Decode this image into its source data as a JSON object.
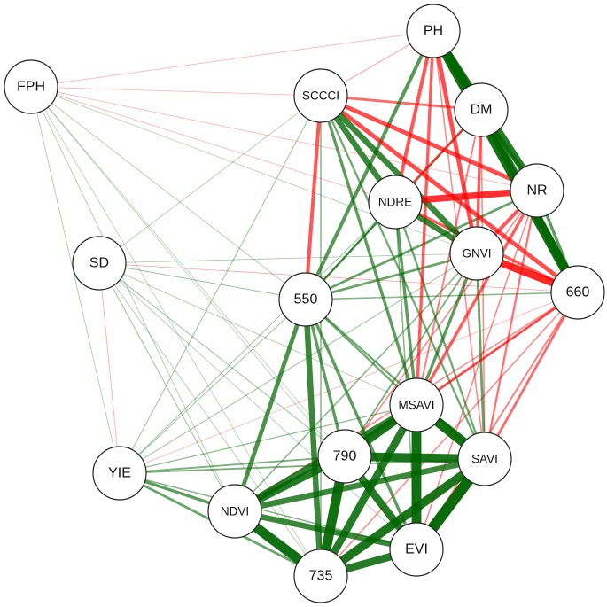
{
  "colors": {
    "positive": "#006400",
    "negative": "#ff0000",
    "node_fill": "#ffffff",
    "node_stroke": "#222222"
  },
  "nodes": [
    {
      "id": "PH",
      "label": "PH"
    },
    {
      "id": "FPH",
      "label": "FPH"
    },
    {
      "id": "SCCCI",
      "label": "SCCCI"
    },
    {
      "id": "DM",
      "label": "DM"
    },
    {
      "id": "NR",
      "label": "NR"
    },
    {
      "id": "NDRE",
      "label": "NDRE"
    },
    {
      "id": "GNVI",
      "label": "GNVI"
    },
    {
      "id": "SD",
      "label": "SD"
    },
    {
      "id": "550",
      "label": "550"
    },
    {
      "id": "660",
      "label": "660"
    },
    {
      "id": "MSAVI",
      "label": "MSAVI"
    },
    {
      "id": "YIE",
      "label": "YIE"
    },
    {
      "id": "790",
      "label": "790"
    },
    {
      "id": "SAVI",
      "label": "SAVI"
    },
    {
      "id": "NDVI",
      "label": "NDVI"
    },
    {
      "id": "EVI",
      "label": "EVI"
    },
    {
      "id": "735",
      "label": "735"
    }
  ],
  "edges": [
    {
      "a": "PH",
      "b": "DM",
      "sign": "pos",
      "w": 0.85
    },
    {
      "a": "PH",
      "b": "NR",
      "sign": "pos",
      "w": 0.8
    },
    {
      "a": "PH",
      "b": "660",
      "sign": "pos",
      "w": 0.9
    },
    {
      "a": "PH",
      "b": "GNVI",
      "sign": "neg",
      "w": 0.6
    },
    {
      "a": "PH",
      "b": "NDRE",
      "sign": "neg",
      "w": 0.55
    },
    {
      "a": "PH",
      "b": "550",
      "sign": "pos",
      "w": 0.55
    },
    {
      "a": "PH",
      "b": "MSAVI",
      "sign": "neg",
      "w": 0.5
    },
    {
      "a": "PH",
      "b": "SCCCI",
      "sign": "neg",
      "w": 0.2
    },
    {
      "a": "PH",
      "b": "SAVI",
      "sign": "neg",
      "w": 0.3
    },
    {
      "a": "PH",
      "b": "FPH",
      "sign": "neg",
      "w": 0.12
    },
    {
      "a": "DM",
      "b": "NR",
      "sign": "pos",
      "w": 0.5
    },
    {
      "a": "DM",
      "b": "660",
      "sign": "pos",
      "w": 0.8
    },
    {
      "a": "DM",
      "b": "GNVI",
      "sign": "neg",
      "w": 0.5
    },
    {
      "a": "DM",
      "b": "NDRE",
      "sign": "neg",
      "w": 0.45
    },
    {
      "a": "DM",
      "b": "SCCCI",
      "sign": "neg",
      "w": 0.45
    },
    {
      "a": "DM",
      "b": "MSAVI",
      "sign": "neg",
      "w": 0.35
    },
    {
      "a": "DM",
      "b": "550",
      "sign": "pos",
      "w": 0.4
    },
    {
      "a": "DM",
      "b": "SAVI",
      "sign": "neg",
      "w": 0.3
    },
    {
      "a": "NR",
      "b": "660",
      "sign": "pos",
      "w": 0.5
    },
    {
      "a": "NR",
      "b": "GNVI",
      "sign": "neg",
      "w": 0.55
    },
    {
      "a": "NR",
      "b": "NDRE",
      "sign": "neg",
      "w": 0.75
    },
    {
      "a": "NR",
      "b": "SCCCI",
      "sign": "neg",
      "w": 0.6
    },
    {
      "a": "NR",
      "b": "MSAVI",
      "sign": "neg",
      "w": 0.5
    },
    {
      "a": "NR",
      "b": "SAVI",
      "sign": "neg",
      "w": 0.4
    },
    {
      "a": "NR",
      "b": "550",
      "sign": "pos",
      "w": 0.45
    },
    {
      "a": "NR",
      "b": "EVI",
      "sign": "neg",
      "w": 0.3
    },
    {
      "a": "NR",
      "b": "790",
      "sign": "neg",
      "w": 0.3
    },
    {
      "a": "SCCCI",
      "b": "NDRE",
      "sign": "pos",
      "w": 0.7
    },
    {
      "a": "SCCCI",
      "b": "GNVI",
      "sign": "pos",
      "w": 0.7
    },
    {
      "a": "SCCCI",
      "b": "550",
      "sign": "neg",
      "w": 0.55
    },
    {
      "a": "SCCCI",
      "b": "660",
      "sign": "neg",
      "w": 0.6
    },
    {
      "a": "SCCCI",
      "b": "MSAVI",
      "sign": "pos",
      "w": 0.5
    },
    {
      "a": "SCCCI",
      "b": "SAVI",
      "sign": "pos",
      "w": 0.4
    },
    {
      "a": "SCCCI",
      "b": "735",
      "sign": "pos",
      "w": 0.3
    },
    {
      "a": "SCCCI",
      "b": "FPH",
      "sign": "neg",
      "w": 0.12
    },
    {
      "a": "SCCCI",
      "b": "SD",
      "sign": "pos",
      "w": 0.15
    },
    {
      "a": "NDRE",
      "b": "GNVI",
      "sign": "pos",
      "w": 0.7
    },
    {
      "a": "NDRE",
      "b": "550",
      "sign": "pos",
      "w": 0.4
    },
    {
      "a": "NDRE",
      "b": "660",
      "sign": "neg",
      "w": 0.5
    },
    {
      "a": "NDRE",
      "b": "MSAVI",
      "sign": "pos",
      "w": 0.5
    },
    {
      "a": "NDRE",
      "b": "SAVI",
      "sign": "pos",
      "w": 0.4
    },
    {
      "a": "NDRE",
      "b": "EVI",
      "sign": "pos",
      "w": 0.3
    },
    {
      "a": "NDRE",
      "b": "FPH",
      "sign": "neg",
      "w": 0.12
    },
    {
      "a": "GNVI",
      "b": "550",
      "sign": "pos",
      "w": 0.45
    },
    {
      "a": "GNVI",
      "b": "660",
      "sign": "neg",
      "w": 0.8
    },
    {
      "a": "GNVI",
      "b": "MSAVI",
      "sign": "pos",
      "w": 0.5
    },
    {
      "a": "GNVI",
      "b": "SAVI",
      "sign": "pos",
      "w": 0.45
    },
    {
      "a": "GNVI",
      "b": "790",
      "sign": "pos",
      "w": 0.35
    },
    {
      "a": "GNVI",
      "b": "NDVI",
      "sign": "pos",
      "w": 0.3
    },
    {
      "a": "GNVI",
      "b": "SD",
      "sign": "pos",
      "w": 0.15
    },
    {
      "a": "GNVI",
      "b": "FPH",
      "sign": "pos",
      "w": 0.12
    },
    {
      "a": "550",
      "b": "660",
      "sign": "pos",
      "w": 0.3
    },
    {
      "a": "550",
      "b": "735",
      "sign": "pos",
      "w": 0.7
    },
    {
      "a": "550",
      "b": "NDVI",
      "sign": "pos",
      "w": 0.6
    },
    {
      "a": "550",
      "b": "790",
      "sign": "pos",
      "w": 0.5
    },
    {
      "a": "550",
      "b": "EVI",
      "sign": "pos",
      "w": 0.5
    },
    {
      "a": "550",
      "b": "SAVI",
      "sign": "pos",
      "w": 0.4
    },
    {
      "a": "550",
      "b": "MSAVI",
      "sign": "pos",
      "w": 0.4
    },
    {
      "a": "550",
      "b": "SD",
      "sign": "pos",
      "w": 0.2
    },
    {
      "a": "550",
      "b": "YIE",
      "sign": "pos",
      "w": 0.2
    },
    {
      "a": "550",
      "b": "FPH",
      "sign": "pos",
      "w": 0.15
    },
    {
      "a": "660",
      "b": "MSAVI",
      "sign": "neg",
      "w": 0.45
    },
    {
      "a": "660",
      "b": "SAVI",
      "sign": "neg",
      "w": 0.45
    },
    {
      "a": "660",
      "b": "790",
      "sign": "neg",
      "w": 0.3
    },
    {
      "a": "660",
      "b": "EVI",
      "sign": "neg",
      "w": 0.35
    },
    {
      "a": "660",
      "b": "735",
      "sign": "neg",
      "w": 0.3
    },
    {
      "a": "660",
      "b": "NDVI",
      "sign": "neg",
      "w": 0.3
    },
    {
      "a": "660",
      "b": "SD",
      "sign": "neg",
      "w": 0.15
    },
    {
      "a": "MSAVI",
      "b": "SAVI",
      "sign": "pos",
      "w": 0.9
    },
    {
      "a": "MSAVI",
      "b": "790",
      "sign": "pos",
      "w": 0.85
    },
    {
      "a": "MSAVI",
      "b": "EVI",
      "sign": "pos",
      "w": 0.9
    },
    {
      "a": "MSAVI",
      "b": "735",
      "sign": "pos",
      "w": 0.8
    },
    {
      "a": "MSAVI",
      "b": "NDVI",
      "sign": "pos",
      "w": 0.75
    },
    {
      "a": "MSAVI",
      "b": "YIE",
      "sign": "pos",
      "w": 0.25
    },
    {
      "a": "790",
      "b": "SAVI",
      "sign": "pos",
      "w": 0.85
    },
    {
      "a": "790",
      "b": "EVI",
      "sign": "pos",
      "w": 0.8
    },
    {
      "a": "790",
      "b": "735",
      "sign": "pos",
      "w": 0.9
    },
    {
      "a": "790",
      "b": "NDVI",
      "sign": "pos",
      "w": 0.8
    },
    {
      "a": "790",
      "b": "YIE",
      "sign": "pos",
      "w": 0.35
    },
    {
      "a": "SAVI",
      "b": "EVI",
      "sign": "pos",
      "w": 0.95
    },
    {
      "a": "SAVI",
      "b": "735",
      "sign": "pos",
      "w": 0.85
    },
    {
      "a": "SAVI",
      "b": "NDVI",
      "sign": "pos",
      "w": 0.7
    },
    {
      "a": "SAVI",
      "b": "YIE",
      "sign": "pos",
      "w": 0.35
    },
    {
      "a": "EVI",
      "b": "735",
      "sign": "pos",
      "w": 0.8
    },
    {
      "a": "EVI",
      "b": "NDVI",
      "sign": "pos",
      "w": 0.7
    },
    {
      "a": "735",
      "b": "NDVI",
      "sign": "pos",
      "w": 0.9
    },
    {
      "a": "735",
      "b": "YIE",
      "sign": "pos",
      "w": 0.45
    },
    {
      "a": "NDVI",
      "b": "YIE",
      "sign": "pos",
      "w": 0.5
    },
    {
      "a": "SD",
      "b": "YIE",
      "sign": "neg",
      "w": 0.15
    },
    {
      "a": "SD",
      "b": "NDVI",
      "sign": "pos",
      "w": 0.2
    },
    {
      "a": "SD",
      "b": "790",
      "sign": "pos",
      "w": 0.2
    },
    {
      "a": "SD",
      "b": "EVI",
      "sign": "pos",
      "w": 0.15
    },
    {
      "a": "SD",
      "b": "MSAVI",
      "sign": "pos",
      "w": 0.15
    },
    {
      "a": "SD",
      "b": "735",
      "sign": "pos",
      "w": 0.15
    },
    {
      "a": "FPH",
      "b": "YIE",
      "sign": "pos",
      "w": 0.15
    },
    {
      "a": "FPH",
      "b": "NDVI",
      "sign": "pos",
      "w": 0.15
    },
    {
      "a": "FPH",
      "b": "EVI",
      "sign": "pos",
      "w": 0.12
    },
    {
      "a": "FPH",
      "b": "790",
      "sign": "pos",
      "w": 0.12
    },
    {
      "a": "FPH",
      "b": "735",
      "sign": "pos",
      "w": 0.12
    },
    {
      "a": "FPH",
      "b": "NR",
      "sign": "neg",
      "w": 0.12
    },
    {
      "a": "YIE",
      "b": "EVI",
      "sign": "pos",
      "w": 0.3
    },
    {
      "a": "YIE",
      "b": "GNVI",
      "sign": "pos",
      "w": 0.2
    },
    {
      "a": "YIE",
      "b": "NDRE",
      "sign": "pos",
      "w": 0.2
    },
    {
      "a": "YIE",
      "b": "SCCCI",
      "sign": "pos",
      "w": 0.2
    },
    {
      "a": "YIE",
      "b": "660",
      "sign": "neg",
      "w": 0.12
    }
  ]
}
